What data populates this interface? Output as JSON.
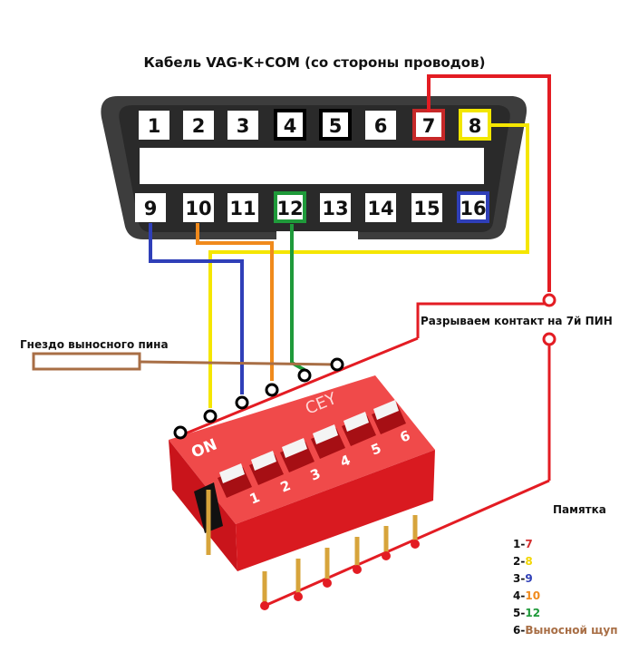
{
  "title": "Кабель VAG-K+COM (со стороны проводов)",
  "labels": {
    "break_contact": "Разрываем контакт на 7й ПИН",
    "remote_pin_socket": "Гнездо выносного пина",
    "memo": "Памятка"
  },
  "connector": {
    "top_pins": [
      "1",
      "2",
      "3",
      "4",
      "5",
      "6",
      "7",
      "8"
    ],
    "bottom_pins": [
      "9",
      "10",
      "11",
      "12",
      "13",
      "14",
      "15",
      "16"
    ]
  },
  "dip_switch": {
    "on_label": "ON",
    "brand": "CEY",
    "switch_numbers": [
      "1",
      "2",
      "3",
      "4",
      "5",
      "6"
    ]
  },
  "memo_items": [
    {
      "sw": "1",
      "sep": "-",
      "target": "7",
      "color": "#d32f2f"
    },
    {
      "sw": "2",
      "sep": "-",
      "target": "8",
      "color": "#f2d600"
    },
    {
      "sw": "3",
      "sep": "-",
      "target": "9",
      "color": "#2f3fb8"
    },
    {
      "sw": "4",
      "sep": "-",
      "target": "10",
      "color": "#f08a1c"
    },
    {
      "sw": "5",
      "sep": "-",
      "target": "12",
      "color": "#1f9a3a"
    },
    {
      "sw": "6",
      "sep": "-",
      "target": "Выносной щуп",
      "color": "#a86e45"
    }
  ],
  "colors": {
    "connector_body": "#3d3d3d",
    "dip_body": "#e0141a",
    "pin7": "#c62828",
    "pin8": "#f2e600",
    "pin4": "#000000",
    "pin5": "#000000",
    "pin12": "#1f9a3a",
    "pin16": "#2f3fb8",
    "wire_red": "#e31c23",
    "wire_yellow": "#f5e600",
    "wire_blue": "#2f3fb8",
    "wire_orange": "#f08a1c",
    "wire_green": "#1f9a3a",
    "wire_brown": "#a86e45"
  }
}
